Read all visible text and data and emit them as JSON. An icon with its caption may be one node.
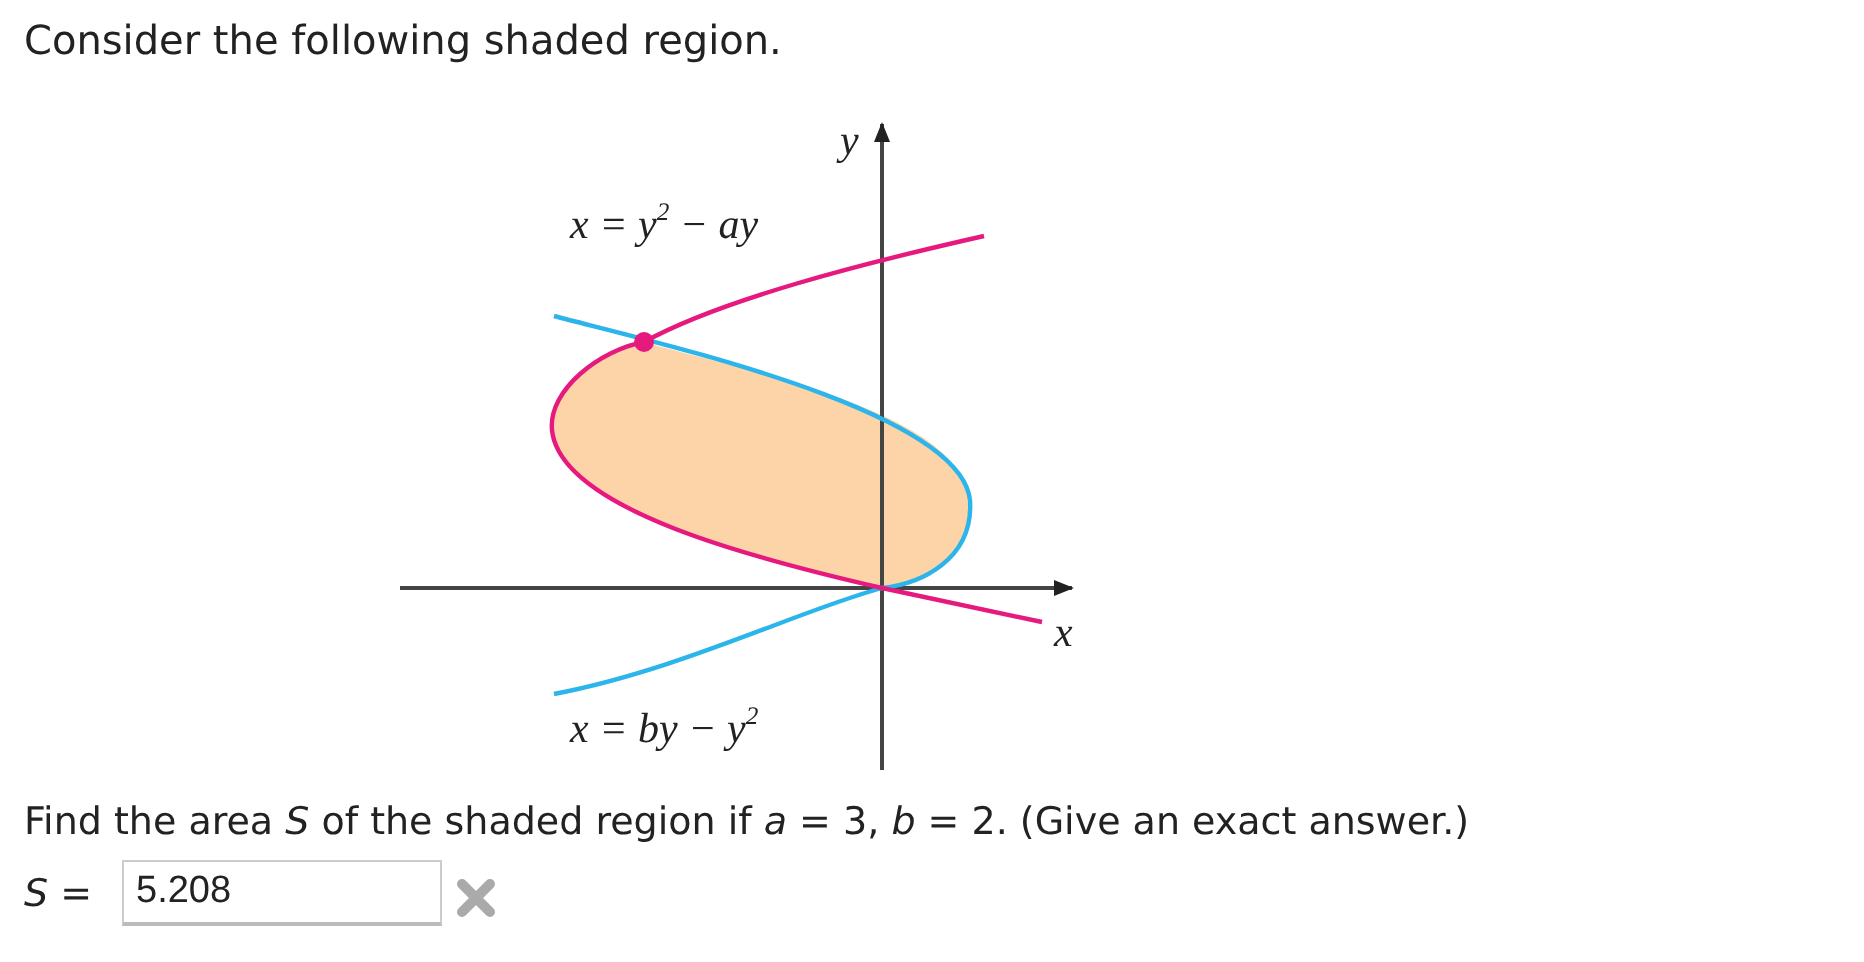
{
  "diagram": {
    "title": "Consider the following shaded region.",
    "labels": [
      "*y*",
      "x = y$^{2}$ − ay",
      "*x*",
      "x = by − y$^{2}$",
      "Find the area *S* of the shaded region if *a* = 3, *b* = 2. (Give an exact answer.)",
      "*S* =",
      "5.208"
    ]
  }
}
